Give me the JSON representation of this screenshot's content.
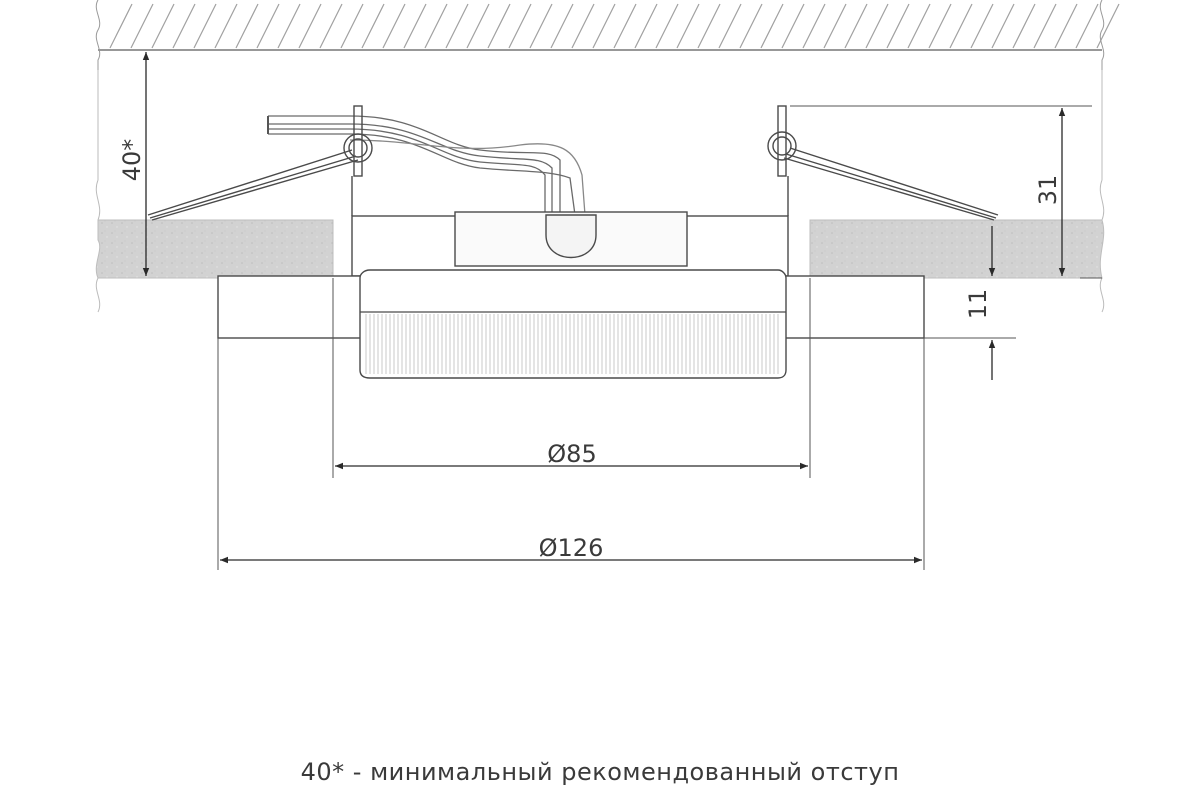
{
  "dimensions": {
    "min_offset": "40*",
    "mount_height": "31",
    "panel_thickness": "11",
    "cutout_diameter": "Ø85",
    "outer_diameter": "Ø126"
  },
  "footnote": "40* - минимальный рекомендованный отступ",
  "colors": {
    "line": "#4a4a4a",
    "hatch": "#9a9a9a",
    "ceiling_fill": "#d6d6d6",
    "wire": "#6a6a6a"
  }
}
